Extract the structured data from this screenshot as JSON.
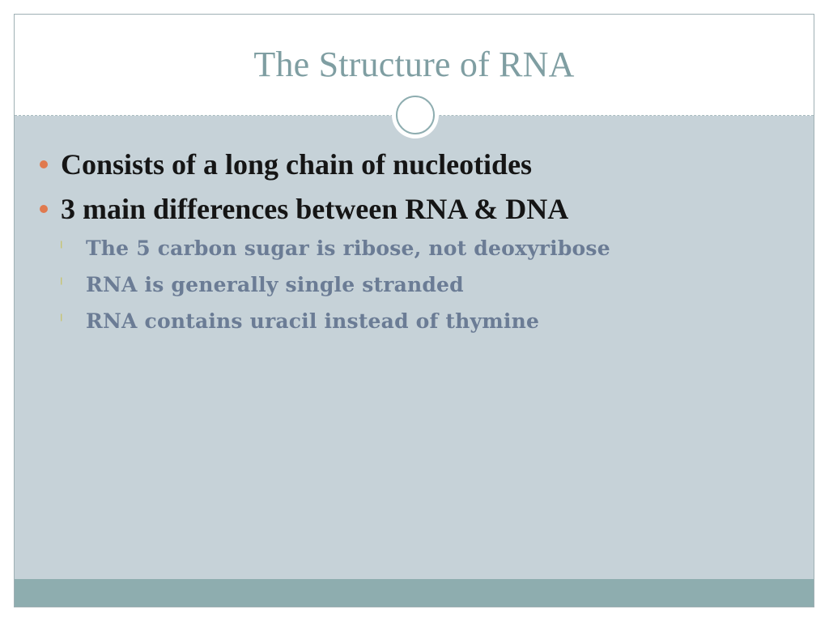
{
  "slide": {
    "title": "The Structure of RNA",
    "bullets": [
      "Consists of a long chain of nucleotides",
      "3 main differences between RNA & DNA"
    ],
    "sub_bullets": [
      "The 5 carbon sugar is ribose, not deoxyribose",
      "RNA is generally single stranded",
      "RNA contains uracil instead of thymine"
    ],
    "icons": {
      "bullet": "filled-circle-bullet",
      "sub_bullet": "tick-mark-bullet",
      "ornament": "ring-ornament"
    },
    "colors": {
      "title": "#7f9ea2",
      "body_background": "#c6d2d8",
      "bullet_dot": "#e07a4f",
      "bullet_text": "#151515",
      "sub_text": "#6b7c95",
      "sub_tick": "#c8c15e",
      "footer": "#8eadaf"
    }
  }
}
